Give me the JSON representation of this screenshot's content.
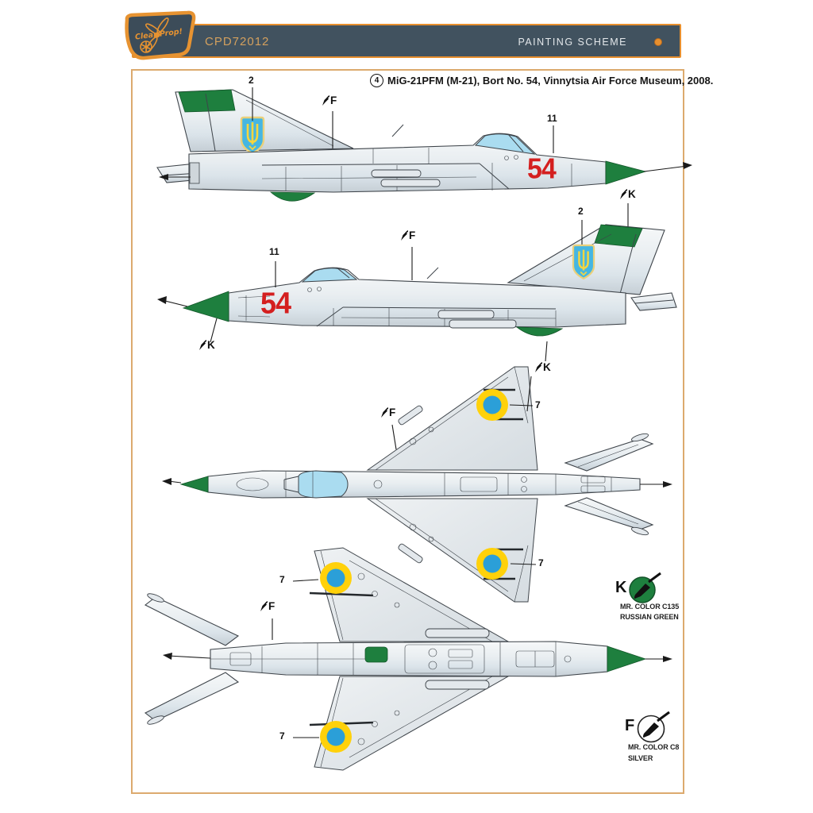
{
  "header": {
    "code": "CPD72012",
    "title": "PAINTING SCHEME",
    "brand": "Clear Prop!"
  },
  "scheme_title": {
    "number": "4",
    "text": "MiG-21PFM (M-21), Bort No. 54, Vinnytsia Air Force Museum, 2008."
  },
  "aircraft": {
    "bort_number": "54"
  },
  "labels": {
    "n2": "2",
    "n7": "7",
    "n11": "11",
    "f": "F",
    "k": "K"
  },
  "legend": {
    "k": {
      "letter": "K",
      "paint": "MR. COLOR C135",
      "color_name": "RUSSIAN GREEN",
      "swatch": "#1e7f3e"
    },
    "f": {
      "letter": "F",
      "paint": "MR. COLOR C8",
      "color_name": "SILVER",
      "swatch": "#ffffff"
    }
  },
  "colors": {
    "russian_green": "#1e7f3e",
    "silver_airframe": "#e9edf0",
    "insignia_red": "#d41f1f",
    "roundel_yellow": "#ffd10a",
    "roundel_blue": "#2b9fd8",
    "trident_blue": "#45b6e2",
    "canopy_blue": "#aadcf0",
    "header_bar": "#41525f",
    "accent_orange": "#e78f2e",
    "frame_tan": "#dcaa6e"
  }
}
